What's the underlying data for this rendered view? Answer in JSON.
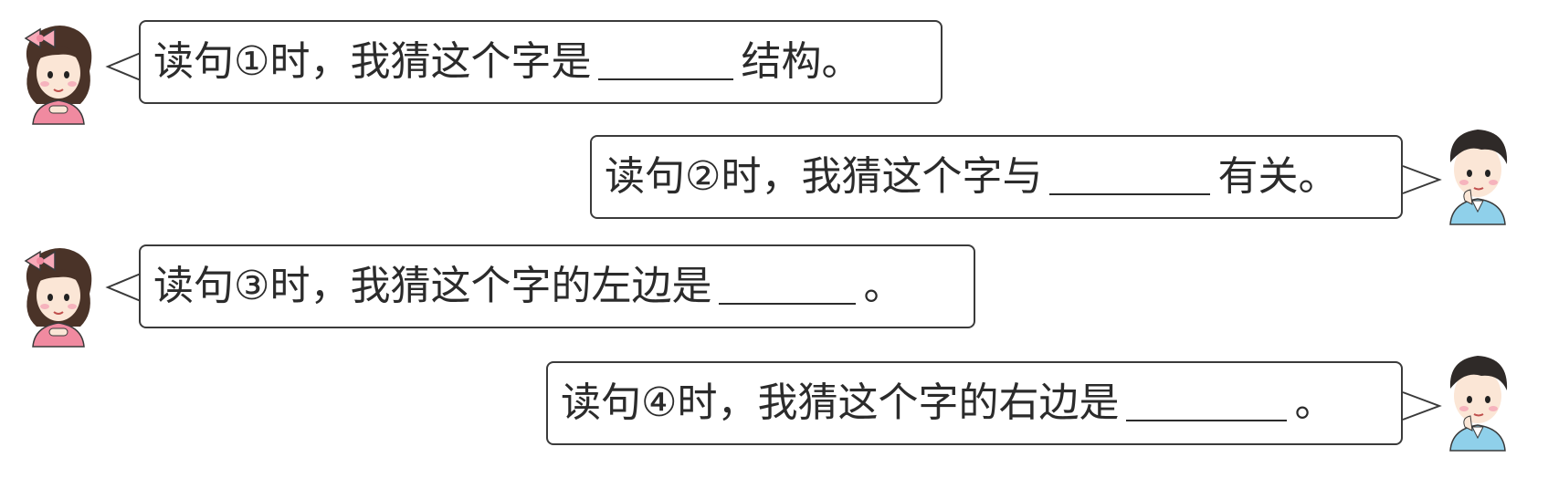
{
  "rows": [
    {
      "speaker": "girl",
      "prefix": "读句",
      "num": "①",
      "before": "时，我猜这个字是",
      "after": "结构",
      "end": "。"
    },
    {
      "speaker": "boy",
      "prefix": "读句",
      "num": "②",
      "before": "时，我猜这个字与",
      "after": "有关",
      "end": "。"
    },
    {
      "speaker": "girl",
      "prefix": "读句",
      "num": "③",
      "before": "时，我猜这个字的左边是",
      "after": "",
      "end": "。"
    },
    {
      "speaker": "boy",
      "prefix": "读句",
      "num": "④",
      "before": "时，我猜这个字的右边是",
      "after": "",
      "end": "。"
    }
  ],
  "colors": {
    "girl_shirt": "#f08aa0",
    "girl_hair": "#4a3328",
    "boy_shirt": "#8fd0ea",
    "boy_hair": "#2f2a28",
    "skin": "#fbe6d6",
    "bow": "#f7a9b8",
    "outline": "#3a3a3a"
  }
}
